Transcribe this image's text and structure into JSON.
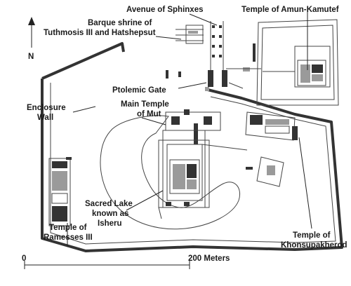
{
  "compass": {
    "label": "N"
  },
  "labels": {
    "avenue": "Avenue of Sphinxes",
    "amun_kamutef": "Temple of Amun-Kamutef",
    "barque_1": "Barque shrine of",
    "barque_2": "Tuthmosis III and Hatshepsut",
    "ptolemaic": "Ptolemic Gate",
    "enclosure_1": "Enclosure",
    "enclosure_2": "Wall",
    "mut_1": "Main Temple",
    "mut_2": "of Mut",
    "lake_1": "Sacred Lake",
    "lake_2": "known as",
    "lake_3": "Isheru",
    "ramesses_1": "Temple of",
    "ramesses_2": "Ramesses III",
    "khonsu_1": "Temple of",
    "khonsu_2": "Khonsupakherod"
  },
  "scale": {
    "start": "0",
    "end": "200 Meters"
  },
  "colors": {
    "ink": "#222222",
    "wall": "#333333",
    "fill_dark": "#333333",
    "fill_gray": "#9a9a9a"
  }
}
